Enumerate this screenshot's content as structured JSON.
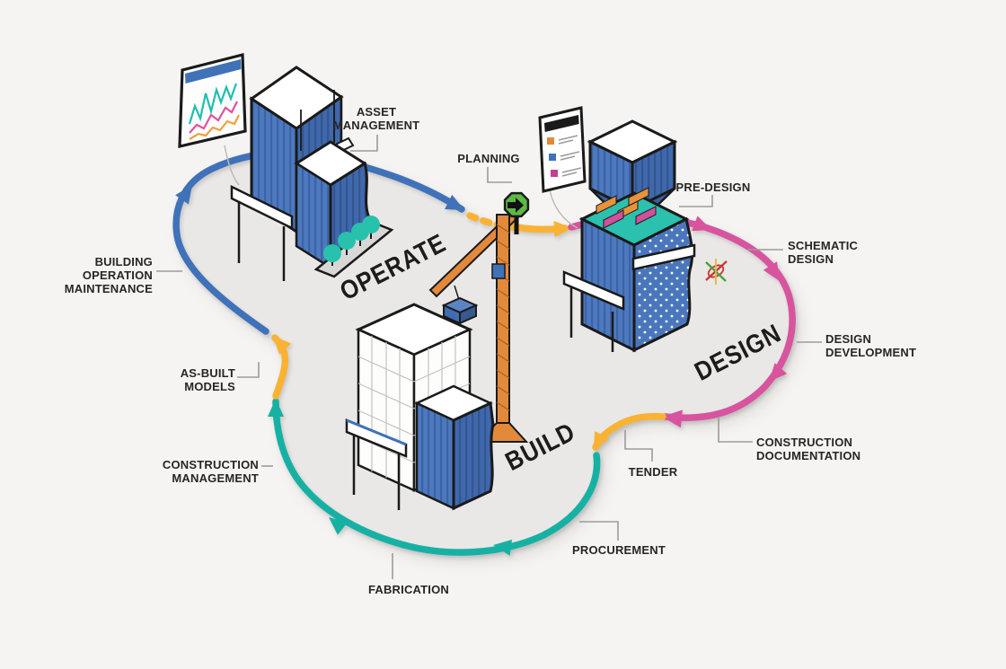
{
  "diagram": {
    "title": "Building lifecycle process loop",
    "phases": {
      "operate": {
        "label": "OPERATE",
        "color": "#3f72b9"
      },
      "design": {
        "label": "DESIGN",
        "color": "#d8549e"
      },
      "build": {
        "label": "BUILD",
        "color": "#17b1a4"
      }
    },
    "stages": {
      "asset_management": {
        "text": "ASSET\nMANAGEMENT"
      },
      "planning": {
        "text": "PLANNING"
      },
      "pre_design": {
        "text": "PRE-DESIGN"
      },
      "schematic_design": {
        "text": "SCHEMATIC\nDESIGN"
      },
      "design_development": {
        "text": "DESIGN\nDEVELOPMENT"
      },
      "construction_documentation": {
        "text": "CONSTRUCTION\nDOCUMENTATION"
      },
      "tender": {
        "text": "TENDER"
      },
      "procurement": {
        "text": "PROCUREMENT"
      },
      "fabrication": {
        "text": "FABRICATION"
      },
      "construction_management": {
        "text": "CONSTRUCTION\nMANAGEMENT"
      },
      "as_built_models": {
        "text": "AS-BUILT\nMODELS"
      },
      "building_operation_maintenance": {
        "text": "BUILDING\nOPERATION\nMAINTENANCE"
      }
    },
    "colors": {
      "background": "#f5f4f2",
      "loop_fill": "#e9e8e6",
      "operate_arc": "#3f72b9",
      "design_arc": "#d8549e",
      "build_arc": "#17b1a4",
      "connector_arc": "#f9b233",
      "building_blue": "#4a76bc",
      "interior_teal": "#2cc0ae",
      "tree_teal": "#28c1ac",
      "crane_orange": "#e2893b",
      "sign_green": "#5cb947",
      "chart_line_teal": "#1fbfae",
      "chart_line_pink": "#e0519e",
      "chart_line_orange": "#f0a03c"
    },
    "icons": {
      "monitor": "monitor-chart-icon",
      "checklist": "checklist-icon",
      "sign": "planning-arrow-sign-icon",
      "crane": "tower-crane-icon",
      "gizmo": "rotate-gizmo-icon"
    }
  }
}
